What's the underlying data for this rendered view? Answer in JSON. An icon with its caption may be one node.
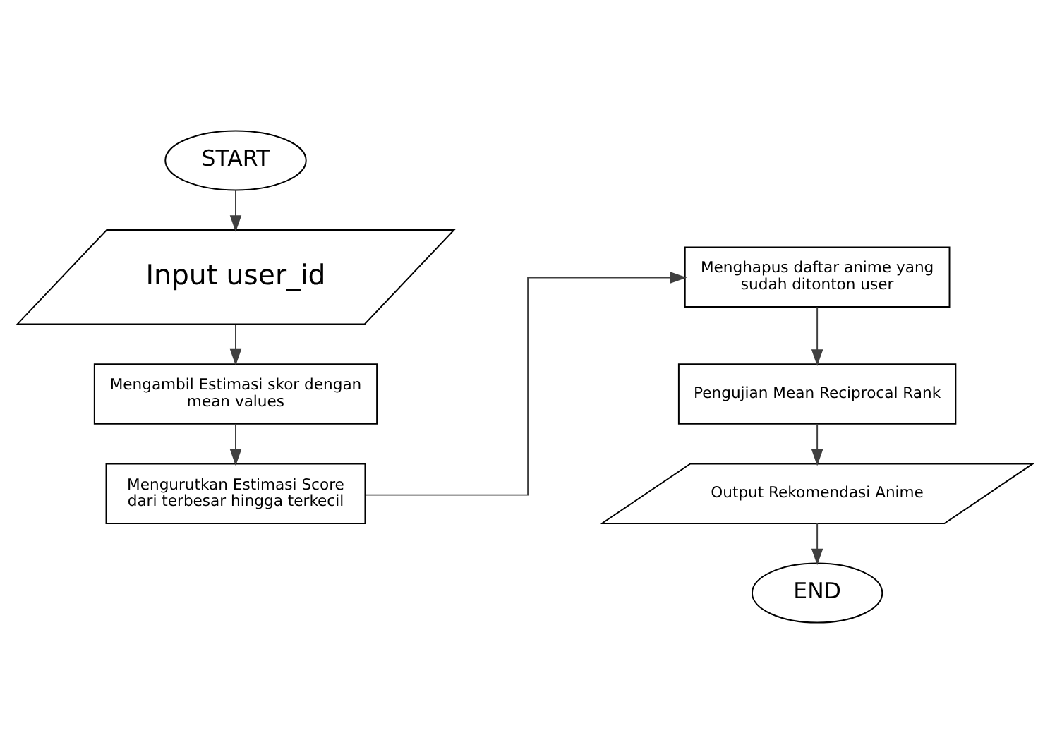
{
  "diagram": {
    "nodes": [
      {
        "text": [
          "START"
        ]
      },
      {
        "text": [
          "Input user_id"
        ]
      },
      {
        "text": [
          "Mengambil Estimasi skor dengan mean values"
        ]
      },
      {
        "text": [
          "Mengurutkan Estimasi Score dari terbesar hingga terkecil"
        ]
      },
      {
        "text": [
          "Menghapus daftar anime yang sudah ditonton user"
        ]
      },
      {
        "text": [
          "Pengujian Mean Reciprocal Rank"
        ]
      },
      {
        "text": [
          "Output Rekomendasi Anime"
        ]
      },
      {
        "text": [
          "END"
        ]
      }
    ],
    "edges": [
      {
        "from": 0,
        "to": 1,
        "arrow": "to"
      },
      {
        "from": 1,
        "to": 2,
        "arrow": "to"
      },
      {
        "from": 2,
        "to": 3,
        "arrow": "to"
      },
      {
        "from": 3,
        "to": 4,
        "arrow": "to"
      },
      {
        "from": 4,
        "to": 5,
        "arrow": "to"
      },
      {
        "from": 5,
        "to": 6,
        "arrow": "to"
      },
      {
        "from": 6,
        "to": 7,
        "arrow": "to"
      }
    ]
  }
}
